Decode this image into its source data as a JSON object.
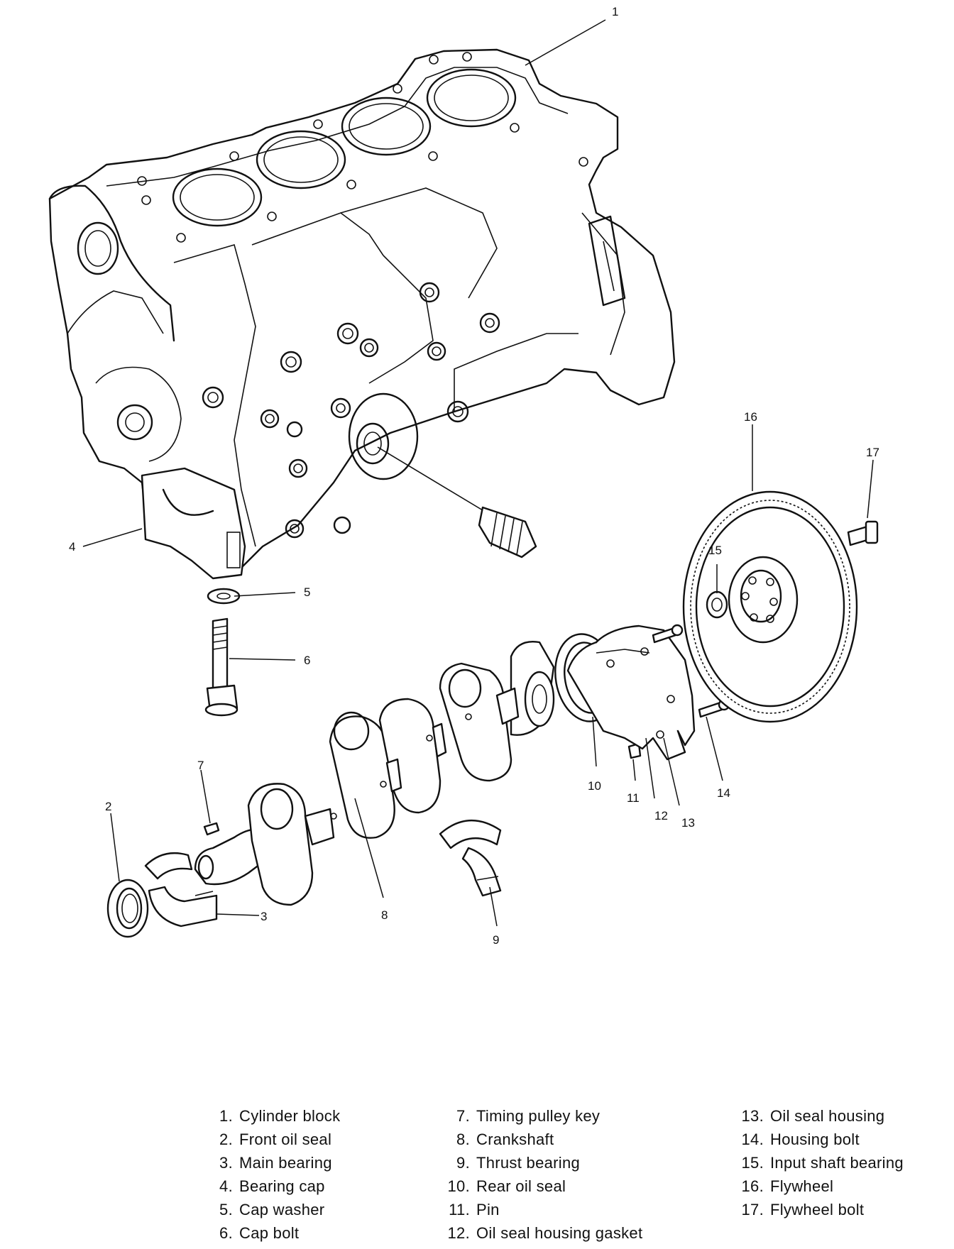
{
  "callouts": {
    "c1": "1",
    "c2": "2",
    "c3": "3",
    "c4": "4",
    "c5": "5",
    "c6": "6",
    "c7": "7",
    "c8": "8",
    "c9": "9",
    "c10": "10",
    "c11": "11",
    "c12": "12",
    "c13": "13",
    "c14": "14",
    "c15": "15",
    "c16": "16",
    "c17": "17"
  },
  "legend": {
    "col1": [
      {
        "num": "1.",
        "label": "Cylinder block"
      },
      {
        "num": "2.",
        "label": "Front oil seal"
      },
      {
        "num": "3.",
        "label": "Main bearing"
      },
      {
        "num": "4.",
        "label": "Bearing cap"
      },
      {
        "num": "5.",
        "label": "Cap washer"
      },
      {
        "num": "6.",
        "label": "Cap bolt"
      }
    ],
    "col2": [
      {
        "num": "7.",
        "label": "Timing pulley key"
      },
      {
        "num": "8.",
        "label": "Crankshaft"
      },
      {
        "num": "9.",
        "label": "Thrust bearing"
      },
      {
        "num": "10.",
        "label": "Rear oil seal"
      },
      {
        "num": "11.",
        "label": "Pin"
      },
      {
        "num": "12.",
        "label": "Oil seal housing gasket"
      }
    ],
    "col3": [
      {
        "num": "13.",
        "label": "Oil seal housing"
      },
      {
        "num": "14.",
        "label": "Housing bolt"
      },
      {
        "num": "15.",
        "label": "Input shaft bearing"
      },
      {
        "num": "16.",
        "label": "Flywheel"
      },
      {
        "num": "17.",
        "label": "Flywheel bolt"
      }
    ]
  }
}
